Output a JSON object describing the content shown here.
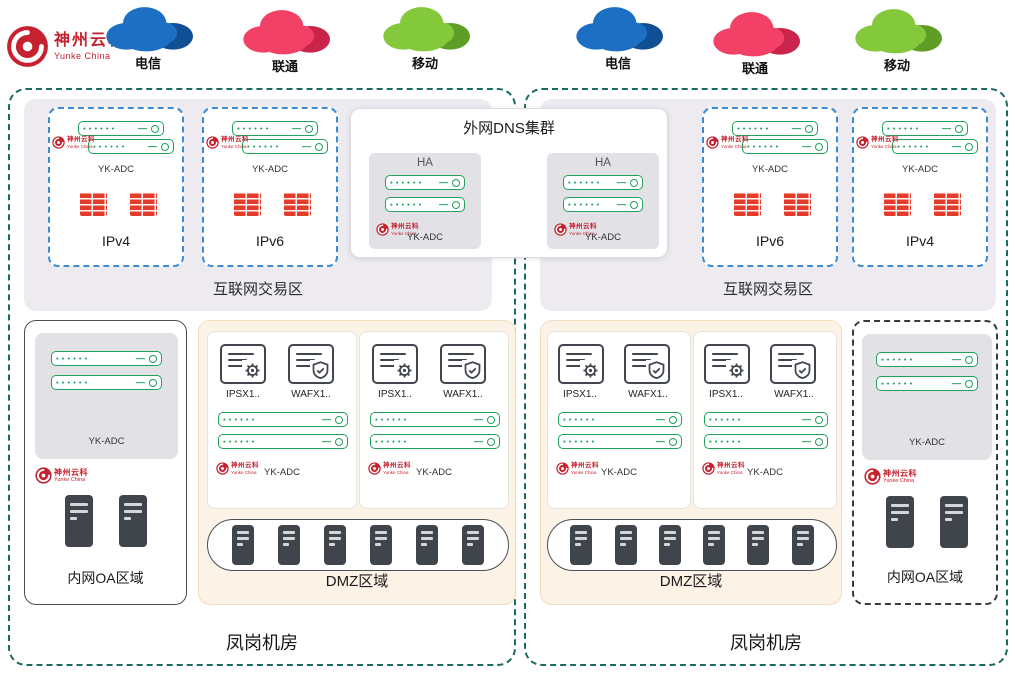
{
  "logo": {
    "name": "神州云科",
    "sub": "Yunke China"
  },
  "palette": {
    "region_border": "#1b6a60",
    "device_green": "#21a15c",
    "firewall_red": "#e43b2a",
    "brand_red": "#c5212e",
    "ip_border_blue": "#3d8bd4",
    "zone_gray": "#edebf0",
    "dmz_bg": "#fcf2e5"
  },
  "clouds": [
    {
      "label": "电信",
      "color": "#1c6fc3",
      "shade": "#114f94"
    },
    {
      "label": "联通",
      "color": "#f24067",
      "shade": "#c92449"
    },
    {
      "label": "移动",
      "color": "#84c93c",
      "shade": "#5e9e27"
    },
    {
      "label": "电信",
      "color": "#1c6fc3",
      "shade": "#114f94"
    },
    {
      "label": "联通",
      "color": "#f24067",
      "shade": "#c92449"
    },
    {
      "label": "移动",
      "color": "#84c93c",
      "shade": "#5e9e27"
    }
  ],
  "dns": {
    "title": "外网DNS集群",
    "groups": [
      {
        "ha": "HA",
        "adc": "YK-ADC"
      },
      {
        "ha": "HA",
        "adc": "YK-ADC"
      }
    ]
  },
  "left": {
    "room": "凤岗机房",
    "internet_zone": "互联网交易区",
    "ip_boxes": [
      {
        "label": "IPv4",
        "adc": "YK-ADC"
      },
      {
        "label": "IPv6",
        "adc": "YK-ADC"
      }
    ],
    "oa": {
      "label": "内网OA区域",
      "adc": "YK-ADC"
    },
    "dmz": {
      "label": "DMZ区域",
      "clusters": [
        {
          "ips": "IPSX1..",
          "waf": "WAFX1..",
          "adc": "YK-ADC"
        },
        {
          "ips": "IPSX1..",
          "waf": "WAFX1..",
          "adc": "YK-ADC"
        }
      ]
    }
  },
  "right": {
    "room": "凤岗机房",
    "internet_zone": "互联网交易区",
    "ip_boxes": [
      {
        "label": "IPv6",
        "adc": "YK-ADC"
      },
      {
        "label": "IPv4",
        "adc": "YK-ADC"
      }
    ],
    "oa": {
      "label": "内网OA区域",
      "adc": "YK-ADC"
    },
    "dmz": {
      "label": "DMZ区域",
      "clusters": [
        {
          "ips": "IPSX1..",
          "waf": "WAFX1..",
          "adc": "YK-ADC"
        },
        {
          "ips": "IPSX1..",
          "waf": "WAFX1..",
          "adc": "YK-ADC"
        }
      ]
    }
  }
}
